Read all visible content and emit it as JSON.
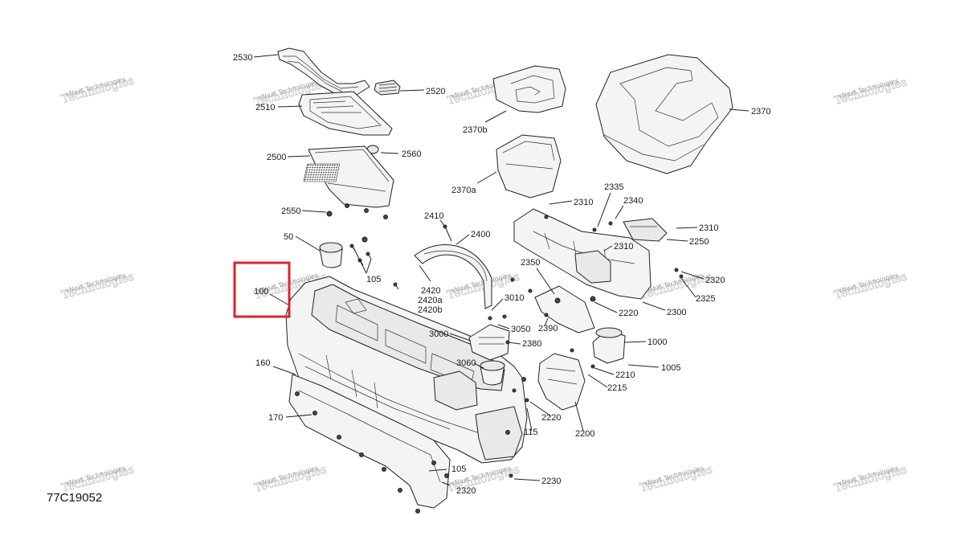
{
  "reference_number": "77C19052",
  "watermark": {
    "line1": "vNext Technologies",
    "line2": "Technologies"
  },
  "highlight": {
    "color": "#d9262b",
    "callout": "100"
  },
  "callouts": [
    {
      "id": "c2530",
      "label": "2530"
    },
    {
      "id": "c2520",
      "label": "2520"
    },
    {
      "id": "c2510",
      "label": "2510"
    },
    {
      "id": "c2500",
      "label": "2500"
    },
    {
      "id": "c2560",
      "label": "2560"
    },
    {
      "id": "c2550",
      "label": "2550"
    },
    {
      "id": "c50",
      "label": "50"
    },
    {
      "id": "c105a",
      "label": "105"
    },
    {
      "id": "c100",
      "label": "100"
    },
    {
      "id": "c160",
      "label": "160"
    },
    {
      "id": "c170",
      "label": "170"
    },
    {
      "id": "c105b",
      "label": "105"
    },
    {
      "id": "c2320a",
      "label": "2320"
    },
    {
      "id": "c2230",
      "label": "2230"
    },
    {
      "id": "c2370b",
      "label": "2370b"
    },
    {
      "id": "c2370a",
      "label": "2370a"
    },
    {
      "id": "c2370",
      "label": "2370"
    },
    {
      "id": "c2410",
      "label": "2410"
    },
    {
      "id": "c2400",
      "label": "2400"
    },
    {
      "id": "c2420",
      "label": "2420"
    },
    {
      "id": "c2420a",
      "label": "2420a"
    },
    {
      "id": "c2420b",
      "label": "2420b"
    },
    {
      "id": "c2310a",
      "label": "2310"
    },
    {
      "id": "c2335",
      "label": "2335"
    },
    {
      "id": "c2340",
      "label": "2340"
    },
    {
      "id": "c2310b",
      "label": "2310"
    },
    {
      "id": "c2250",
      "label": "2250"
    },
    {
      "id": "c2310c",
      "label": "2310"
    },
    {
      "id": "c2350",
      "label": "2350"
    },
    {
      "id": "c2320b",
      "label": "2320"
    },
    {
      "id": "c2325",
      "label": "2325"
    },
    {
      "id": "c2300",
      "label": "2300"
    },
    {
      "id": "c2220a",
      "label": "2220"
    },
    {
      "id": "c3010",
      "label": "3010"
    },
    {
      "id": "c2390",
      "label": "2390"
    },
    {
      "id": "c3000",
      "label": "3000"
    },
    {
      "id": "c3050",
      "label": "3050"
    },
    {
      "id": "c2380",
      "label": "2380"
    },
    {
      "id": "c3060",
      "label": "3060"
    },
    {
      "id": "c1000",
      "label": "1000"
    },
    {
      "id": "c1005",
      "label": "1005"
    },
    {
      "id": "c2210",
      "label": "2210"
    },
    {
      "id": "c2215",
      "label": "2215"
    },
    {
      "id": "c2220b",
      "label": "2220"
    },
    {
      "id": "c115",
      "label": "115"
    },
    {
      "id": "c2200",
      "label": "2200"
    }
  ]
}
